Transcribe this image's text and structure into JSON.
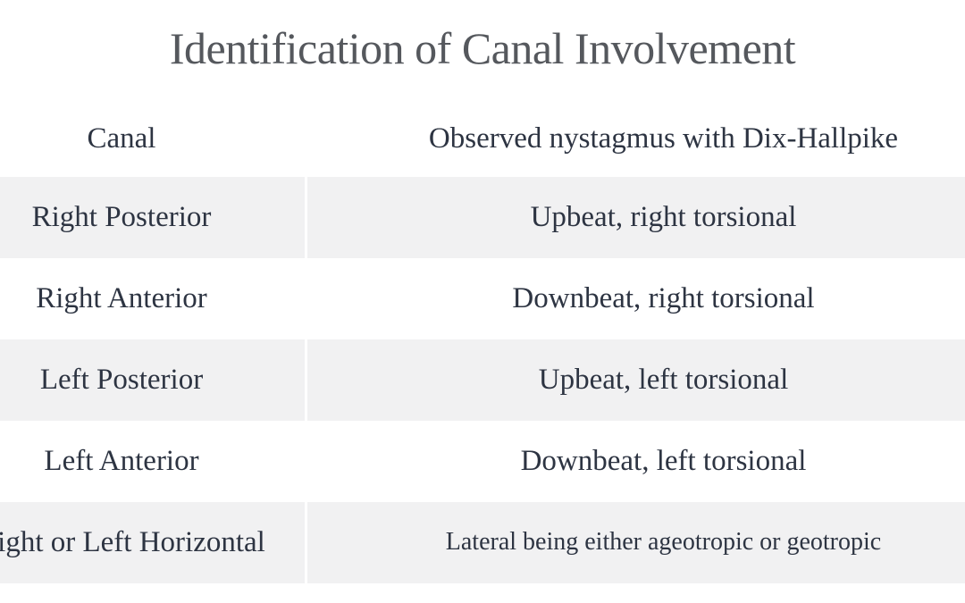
{
  "title": "Identification of Canal Involvement",
  "table": {
    "headers": {
      "canal": "Canal",
      "nystagmus": "Observed nystagmus with Dix-Hallpike"
    },
    "rows": [
      {
        "canal": "Right Posterior",
        "nystagmus": "Upbeat, right torsional"
      },
      {
        "canal": "Right Anterior",
        "nystagmus": "Downbeat, right torsional"
      },
      {
        "canal": "Left Posterior",
        "nystagmus": "Upbeat, left torsional"
      },
      {
        "canal": "Left Anterior",
        "nystagmus": "Downbeat, left torsional"
      },
      {
        "canal": "Right or Left Horizontal",
        "nystagmus": "Lateral being either ageotropic or geotropic"
      }
    ]
  },
  "colors": {
    "row_stripe": "#f1f1f2",
    "body_text": "#2d3442",
    "title_text": "#55585d",
    "background": "#ffffff"
  }
}
